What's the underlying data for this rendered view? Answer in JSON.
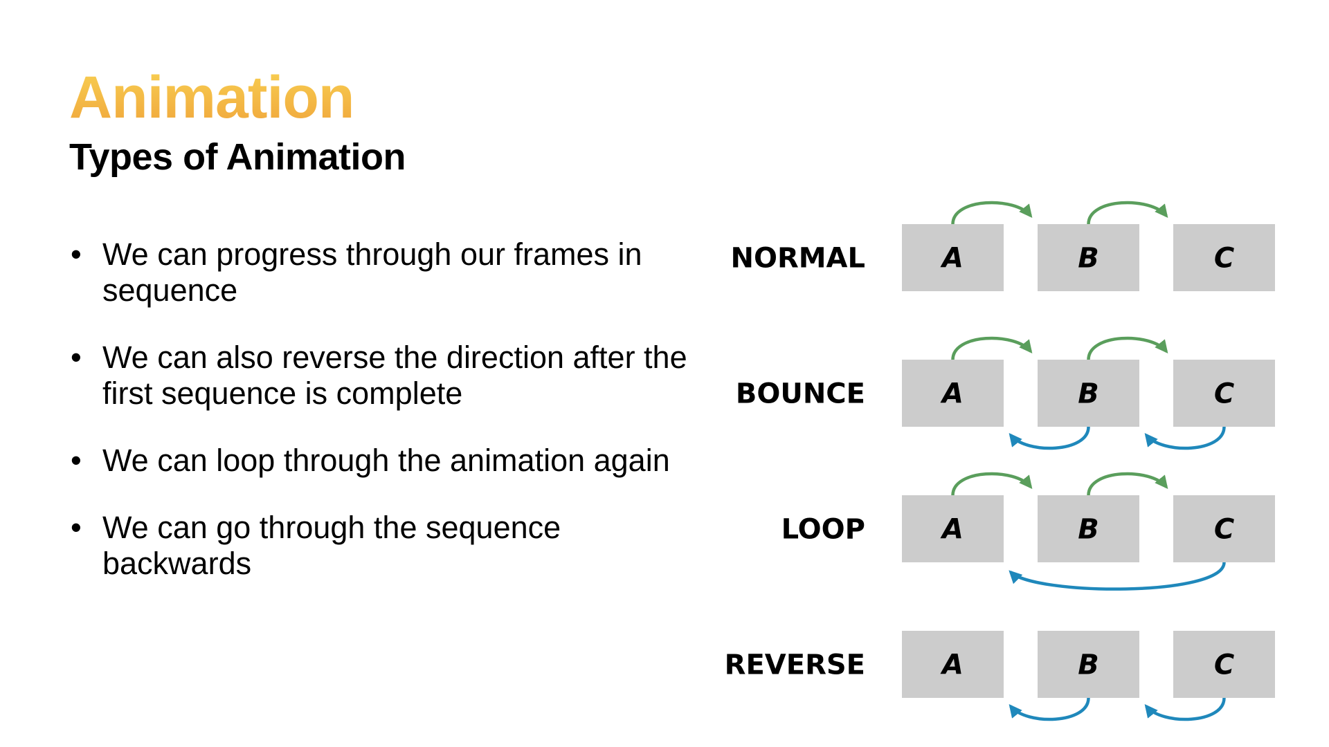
{
  "title": "Animation",
  "subtitle": "Types of Animation",
  "bullets": [
    "We can progress through our frames in sequence",
    "We can also reverse the direction after the first sequence is complete",
    "We can loop through the animation again",
    "We can go through the sequence backwards"
  ],
  "bullet_symbol": "•",
  "frames": [
    "A",
    "B",
    "C"
  ],
  "rows": [
    {
      "label": "NORMAL",
      "forward": true,
      "back": "none"
    },
    {
      "label": "BOUNCE",
      "forward": true,
      "back": "step"
    },
    {
      "label": "LOOP",
      "forward": true,
      "back": "loop"
    },
    {
      "label": "REVERSE",
      "forward": false,
      "back": "step"
    }
  ],
  "colors": {
    "title_gradient_top": "#f8cf52",
    "title_gradient_bottom": "#f0a73c",
    "frame_fill": "#cccccc",
    "forward_arrow": "#5a9e5c",
    "back_arrow": "#1f88bb"
  }
}
